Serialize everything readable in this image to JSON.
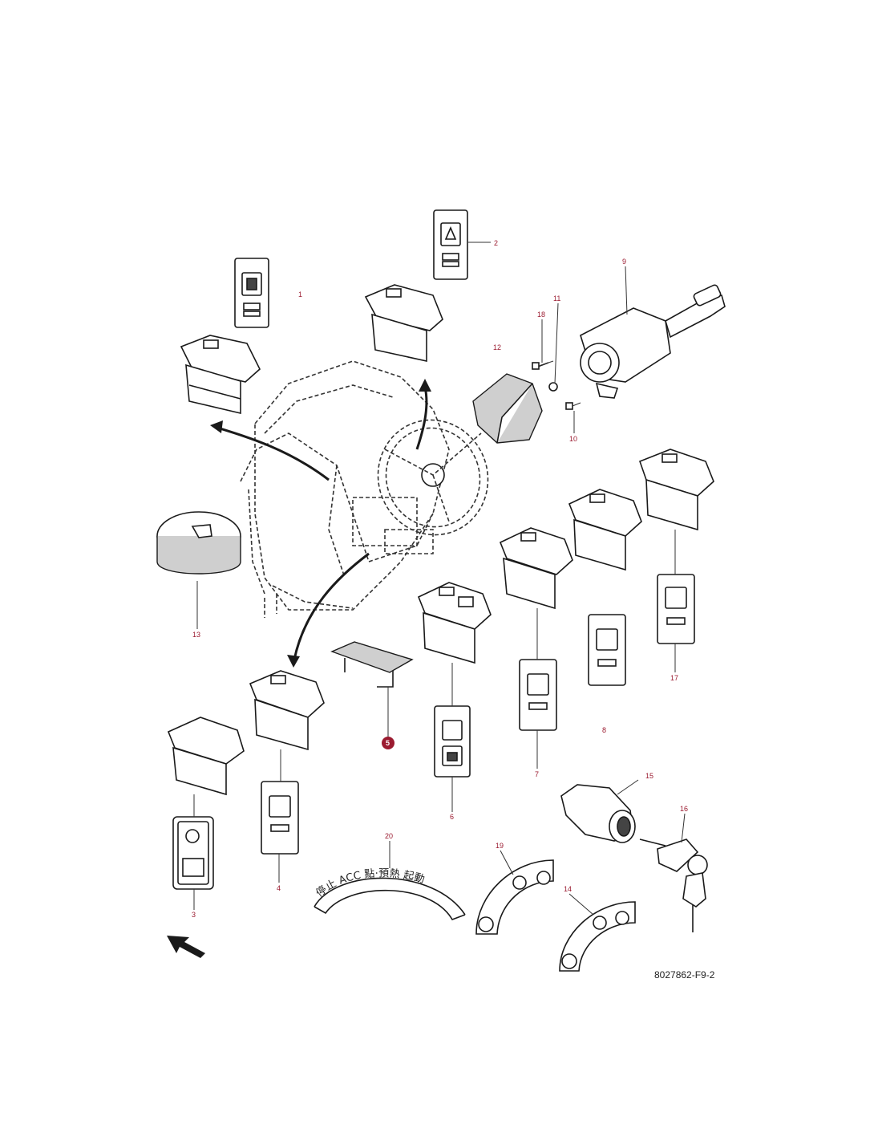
{
  "colors": {
    "callout": "#9b1b30",
    "line": "#1a1a1a"
  },
  "callouts": [
    {
      "id": "1",
      "text": "1"
    },
    {
      "id": "2",
      "text": "2"
    },
    {
      "id": "3",
      "text": "3"
    },
    {
      "id": "4",
      "text": "4"
    },
    {
      "id": "5",
      "text": "5",
      "highlighted": true
    },
    {
      "id": "6",
      "text": "6"
    },
    {
      "id": "7",
      "text": "7"
    },
    {
      "id": "8",
      "text": "8"
    },
    {
      "id": "9",
      "text": "9"
    },
    {
      "id": "10",
      "text": "10"
    },
    {
      "id": "11",
      "text": "11"
    },
    {
      "id": "12",
      "text": "12"
    },
    {
      "id": "13",
      "text": "13"
    },
    {
      "id": "14",
      "text": "14"
    },
    {
      "id": "15",
      "text": "15"
    },
    {
      "id": "16",
      "text": "16"
    },
    {
      "id": "17",
      "text": "17"
    },
    {
      "id": "18",
      "text": "18"
    },
    {
      "id": "19",
      "text": "19"
    },
    {
      "id": "20",
      "text": "20"
    }
  ],
  "ignition_decal_text": "停止 ACC 點·預熱 起動",
  "drawing_code": "8027862-F9-2"
}
